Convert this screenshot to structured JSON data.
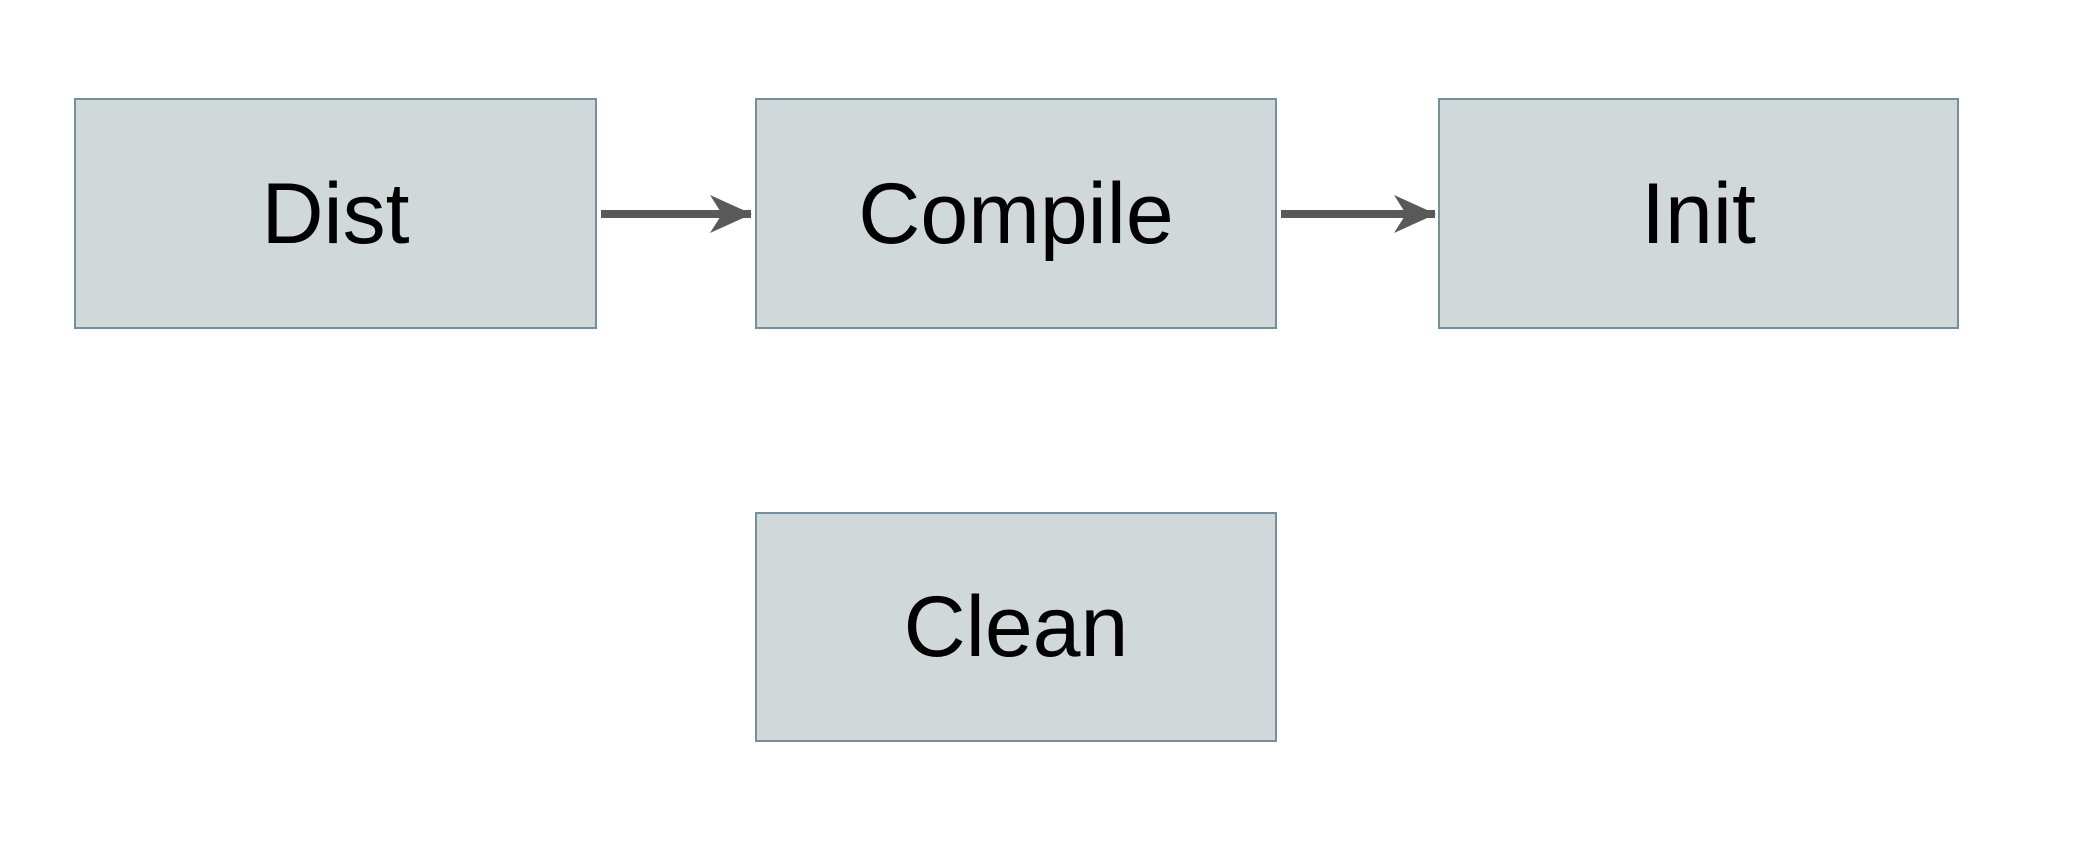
{
  "diagram": {
    "nodes": [
      {
        "id": "dist",
        "label": "Dist"
      },
      {
        "id": "compile",
        "label": "Compile"
      },
      {
        "id": "init",
        "label": "Init"
      },
      {
        "id": "clean",
        "label": "Clean"
      }
    ],
    "edges": [
      {
        "from": "dist",
        "to": "compile",
        "direction": "right"
      },
      {
        "from": "compile",
        "to": "init",
        "direction": "right"
      }
    ],
    "colors": {
      "node_fill": "#d0d8da",
      "node_border": "#75909d",
      "arrow": "#595959",
      "label_text": "#000000",
      "background": "#ffffff"
    }
  }
}
